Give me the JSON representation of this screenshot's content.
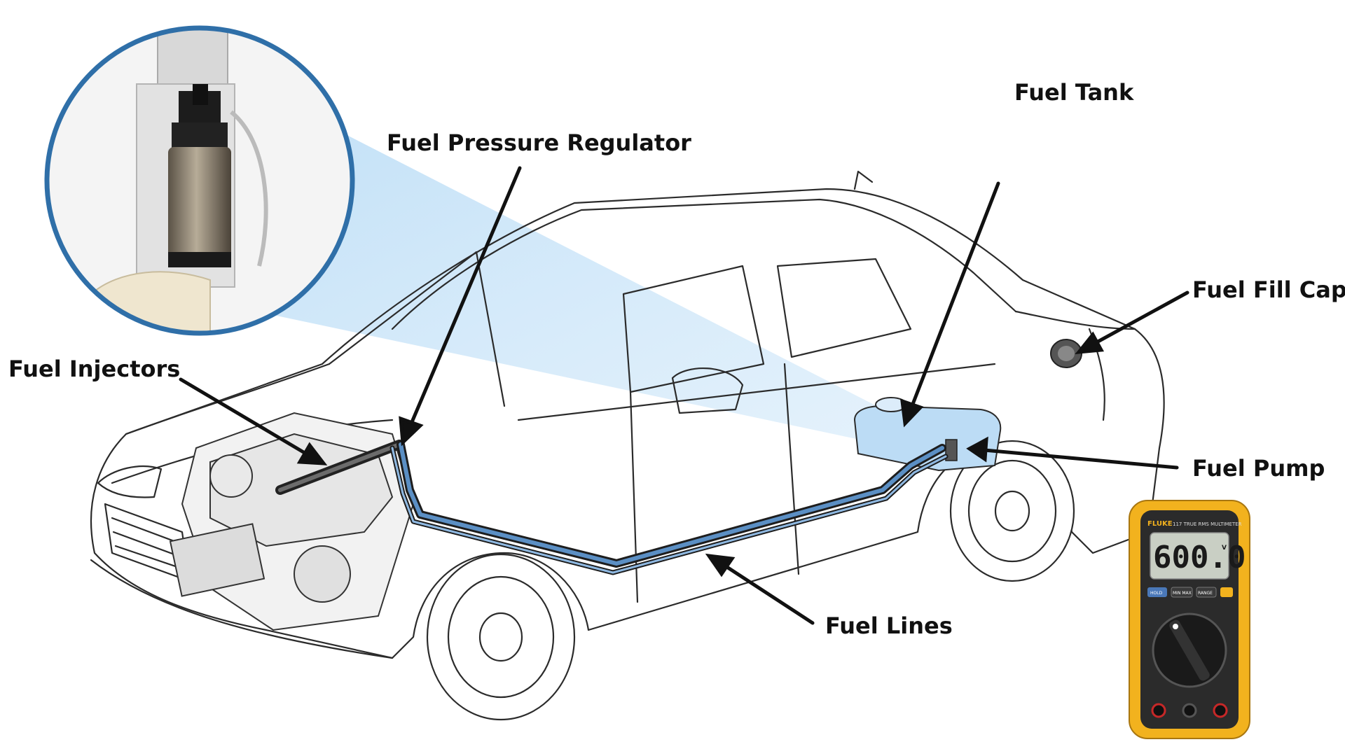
{
  "labels": {
    "fuel_pressure_regulator": "Fuel Pressure Regulator",
    "fuel_tank": "Fuel Tank",
    "fuel_fill_cap": "Fuel Fill Cap",
    "fuel_injectors": "Fuel Injectors",
    "fuel_pump": "Fuel Pump",
    "fuel_lines": "Fuel Lines"
  },
  "multimeter": {
    "brand": "FLUKE",
    "model": "117 TRUE RMS MULTIMETER",
    "reading": "600.0",
    "unit": "V",
    "buttons": [
      "HOLD",
      "MIN MAX",
      "RANGE"
    ]
  },
  "colors": {
    "highlight_blue": "#a9d3f2",
    "fuel_line_blue": "#5b8fc4",
    "meter_yellow": "#f2b21e",
    "inset_ring": "#2f6fa8"
  },
  "icons": {
    "inset": "fuel-pump-module-icon",
    "meter": "multimeter-icon"
  }
}
